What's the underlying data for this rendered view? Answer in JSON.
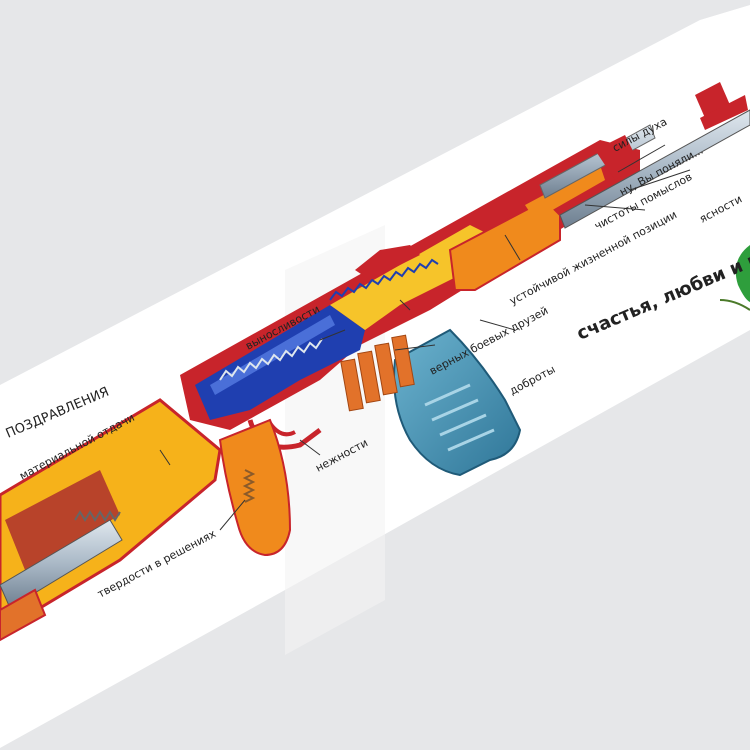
{
  "card": {
    "heading": "ПОЗДРАВЛЕНИЯ",
    "wish": "счастья, любви и п",
    "wish_color": "#d8262b",
    "labels": {
      "spirit": "силы духа",
      "understood": "ну, Вы поняли...",
      "purity": "чистоты помыслов",
      "clarity": "ясности",
      "life_position": "устойчивой жизненной позиции",
      "endurance": "выносливости",
      "friends": "верных боевых друзей",
      "kindness": "доброты",
      "recoil": "материальной отдачи",
      "tenderness": "нежности",
      "firmness": "твердости в решениях"
    }
  },
  "colors": {
    "background": "#e6e7e9",
    "paper": "#ffffff",
    "stock": "#f6b21a",
    "wood": "#f08a1c",
    "receiver_red": "#c8242b",
    "receiver_blue": "#1f3fb0",
    "magazine": "#3e8fb0",
    "cartridge": "#e2722a",
    "metal": "#a9b8c6",
    "leaf": "#2e9e3c"
  }
}
